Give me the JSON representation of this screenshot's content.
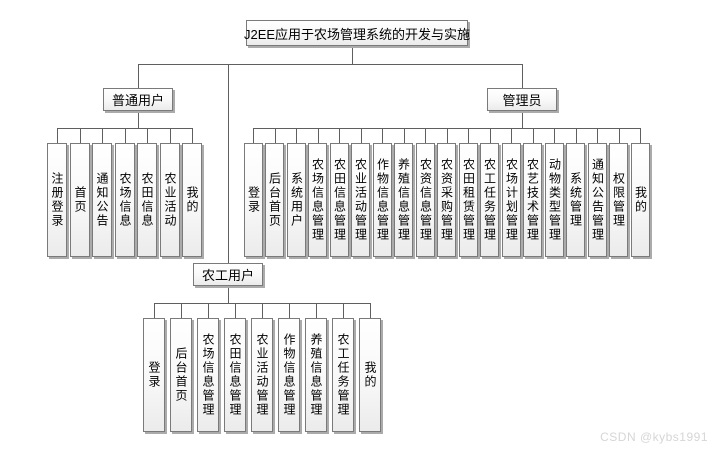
{
  "diagram": {
    "title": "J2EE应用于农场管理系统的开发与实施",
    "groups": [
      {
        "label": "普通用户",
        "children": [
          "注册登录",
          "首页",
          "通知公告",
          "农场信息",
          "农田信息",
          "农业活动",
          "我的"
        ]
      },
      {
        "label": "管理员",
        "children": [
          "登录",
          "后台首页",
          "系统用户",
          "农场信息管理",
          "农田信息管理",
          "农业活动管理",
          "作物信息管理",
          "养殖信息管理",
          "农资信息管理",
          "农资采购管理",
          "农田租赁管理",
          "农工任务管理",
          "农场计划管理",
          "农艺技术管理",
          "动物类型管理",
          "系统管理",
          "通知公告管理",
          "权限管理",
          "我的"
        ]
      },
      {
        "label": "农工用户",
        "children": [
          "登录",
          "后台首页",
          "农场信息管理",
          "农田信息管理",
          "农业活动管理",
          "作物信息管理",
          "养殖信息管理",
          "农工任务管理",
          "我的"
        ]
      }
    ]
  },
  "watermark": {
    "text": "CSDN @kybs1991"
  },
  "colors": {
    "background": "#ffffff",
    "connector_line": "#5f5f5f",
    "box_border": "#7a7a7a",
    "box_fill_bottom": "#ebebeb",
    "box_shadow": "#ababab",
    "text": "#000000",
    "watermark": "#d6d6d6"
  }
}
